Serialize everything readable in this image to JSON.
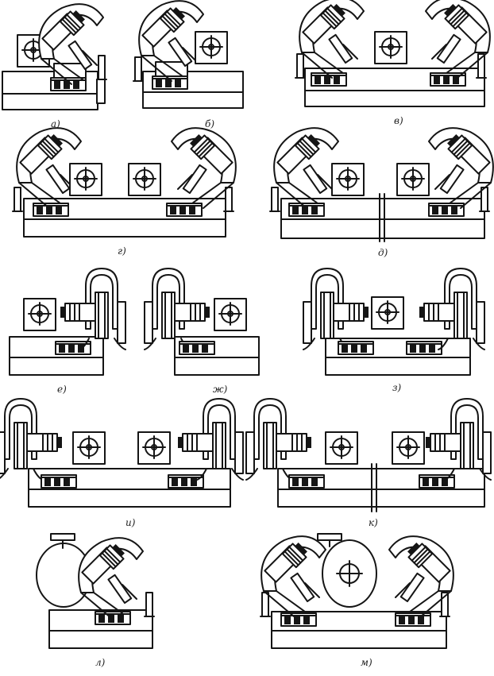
{
  "title": "",
  "colors": {
    "ink": "#151515",
    "paper": "#ffffff"
  },
  "labels": {
    "a": "а)",
    "b": "б)",
    "v": "в)",
    "g": "г)",
    "d": "д)",
    "e": "е)",
    "zh": "ж)",
    "z": "з)",
    "i": "и)",
    "k": "к)",
    "l": "л)",
    "m": "м)"
  }
}
